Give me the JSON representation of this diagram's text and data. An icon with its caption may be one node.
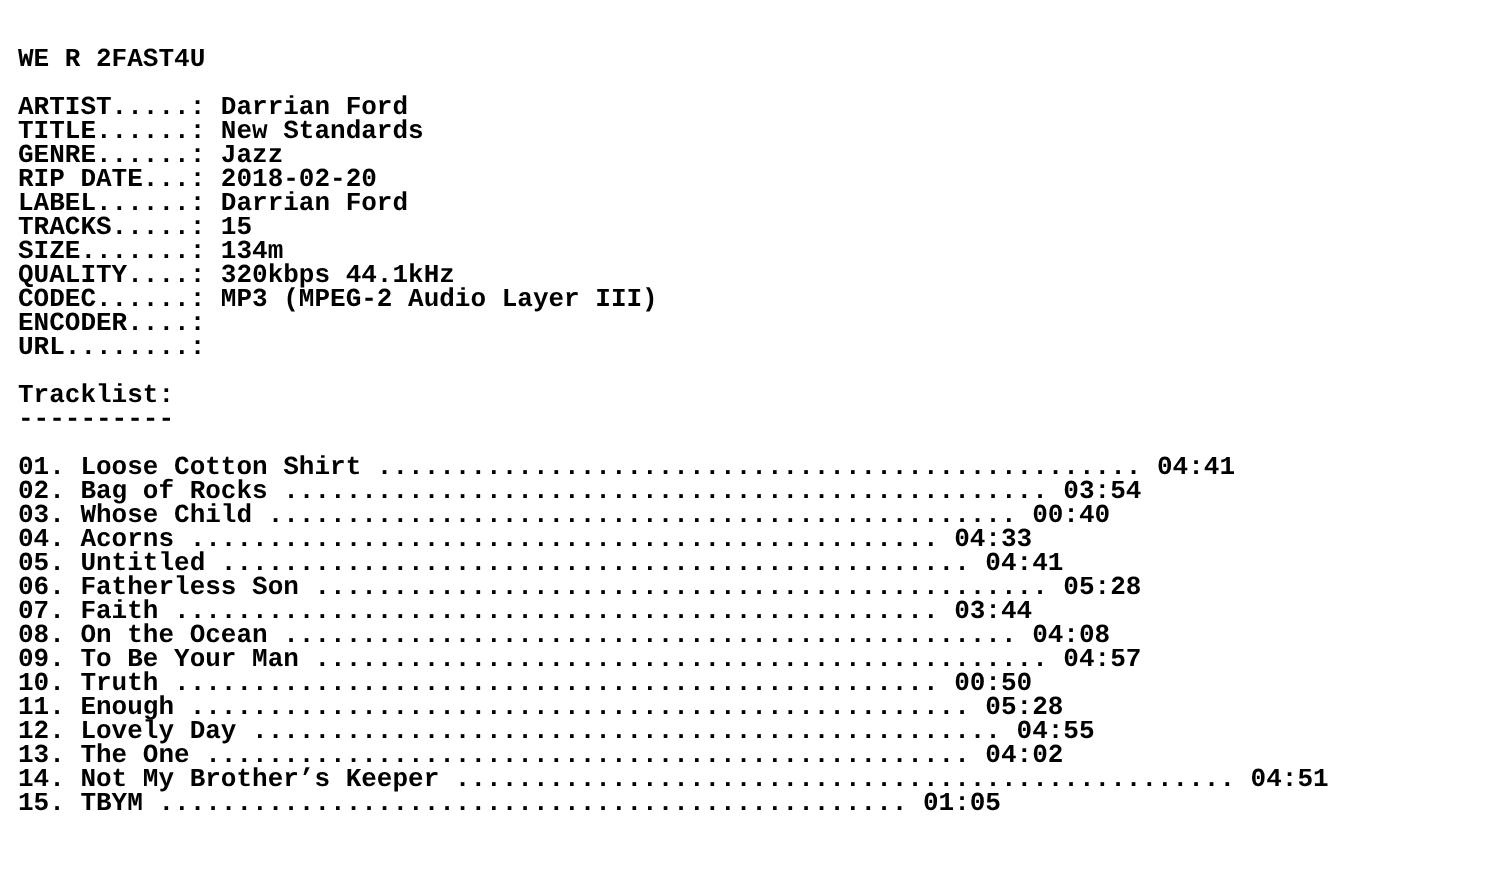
{
  "diagram": {
    "labels": [
      "WE R 2FAST4U",
      "ARTIST.....: Darrian Ford",
      "TITLE......: New Standards",
      "GENRE......: Jazz",
      "RIP DATE...: 2018-02-20",
      "LABEL......: Darrian Ford",
      "TRACKS.....: 15",
      "SIZE.......: 134m",
      "QUALITY....: 320kbps 44.1kHz",
      "CODEC......: MP3 (MPEG-2 Audio Layer III)",
      "ENCODER....:",
      "URL........:",
      "Tracklist:",
      "----------",
      "01. Loose Cotton Shirt ................................................. 04:41",
      "02. Bag of Rocks ................................................. 03:54",
      "03. Whose Child ................................................ 00:40",
      "04. Acorns ................................................ 04:33",
      "05. Untitled ................................................ 04:41",
      "06. Fatherless Son ............................................... 05:28",
      "07. Faith ................................................. 03:44",
      "08. On the Ocean ............................................... 04:08",
      "09. To Be Your Man ............................................... 04:57",
      "10. Truth ................................................. 00:50",
      "11. Enough .................................................. 05:28",
      "12. Lovely Day ................................................ 04:55",
      "13. The One ................................................. 04:02",
      "14. Not My Brother’s Keeper .................................................. 04:51",
      "15. TBYM ................................................ 01:05"
    ]
  }
}
